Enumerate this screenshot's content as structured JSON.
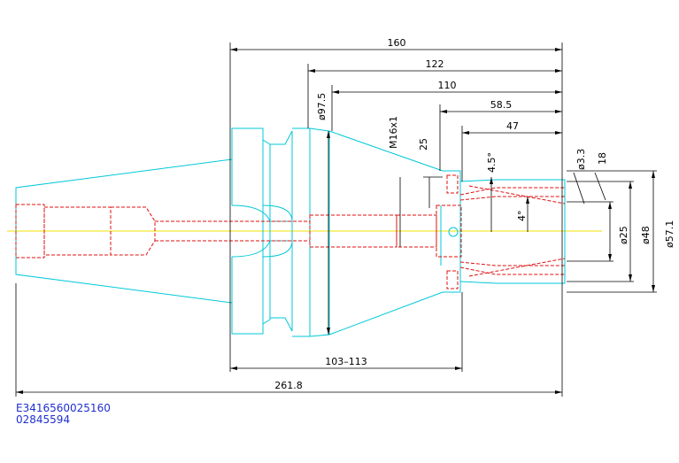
{
  "dimensions": {
    "len_160": "160",
    "len_122": "122",
    "len_110": "110",
    "len_58_5": "58.5",
    "len_47": "47",
    "len_103_113": "103–113",
    "len_261_8": "261.8",
    "dia_97_5": "ø97.5",
    "thread_m16": "M16x1",
    "len_25": "25",
    "angle_4_5": "4.5°",
    "angle_4": "4°",
    "dia_3_3": "ø3.3",
    "len_18": "18",
    "dia_25": "ø25",
    "dia_48": "ø48",
    "dia_57_1": "ø57.1"
  },
  "part": {
    "code_line1": "E3416560025160",
    "code_line2": "02845594"
  },
  "colors": {
    "outline": "#00c8d8",
    "hidden": "#e01010",
    "centerline": "#f0e000",
    "dimension": "#000000",
    "code_text": "#1f2fd0"
  }
}
